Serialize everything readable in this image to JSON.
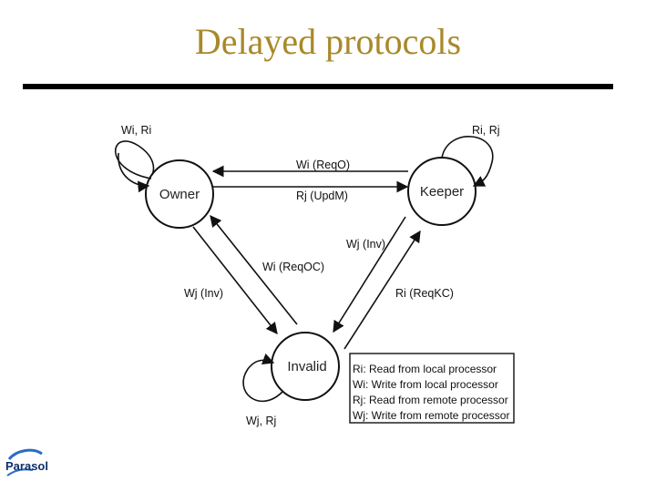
{
  "title": "Delayed protocols",
  "states": {
    "owner": "Owner",
    "keeper": "Keeper",
    "invalid": "Invalid"
  },
  "self_loops": {
    "owner": "Wi, Ri",
    "keeper": "Ri, Rj",
    "invalid": "Wj, Rj"
  },
  "edges": {
    "keeper_to_owner": "Wi (ReqO)",
    "owner_to_keeper": "Rj (UpdM)",
    "keeper_to_invalid": "Wj (Inv)",
    "invalid_to_owner": "Wi (ReqOC)",
    "owner_to_invalid": "Wj (Inv)",
    "invalid_to_keeper": "Ri (ReqKC)"
  },
  "legend": [
    "Ri: Read from local processor",
    "Wi: Write from local processor",
    "Rj: Read from remote processor",
    "Wj: Write from remote processor"
  ],
  "logo": {
    "text": "Parasol",
    "color": "#0f2f6a"
  }
}
